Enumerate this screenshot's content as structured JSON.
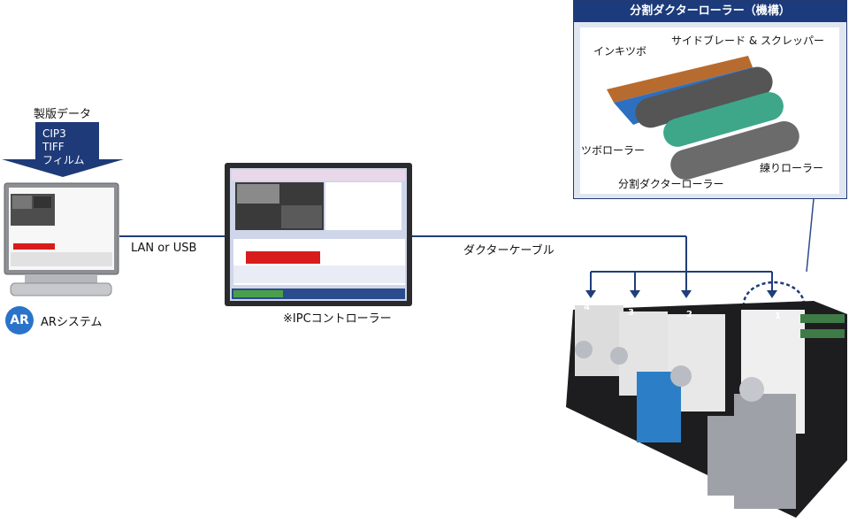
{
  "source": {
    "title": "製版データ",
    "items": [
      "CIP3",
      "TIFF",
      "フィルム"
    ]
  },
  "ar_system": {
    "badge": "AR",
    "label": "ARシステム"
  },
  "connections": {
    "lan": "LAN or USB",
    "cable": "ダクターケーブル"
  },
  "ipc": {
    "label": "※IPCコントローラー"
  },
  "inset": {
    "title": "分割ダクターローラー（機構）",
    "labels": {
      "ink_fountain": "インキツボ",
      "side_blade": "サイドブレード & スクレッパー",
      "fountain_roller": "ツボローラー",
      "split_ductor": "分割ダクターローラー",
      "kneading_roller": "練りローラー"
    }
  },
  "press": {
    "units": [
      "4",
      "3",
      "2",
      "1"
    ]
  },
  "colors": {
    "navy": "#1c3b7c",
    "line": "#1f3e7a",
    "accent": "#2a73c9",
    "ink_bar": "#d81c1c"
  }
}
